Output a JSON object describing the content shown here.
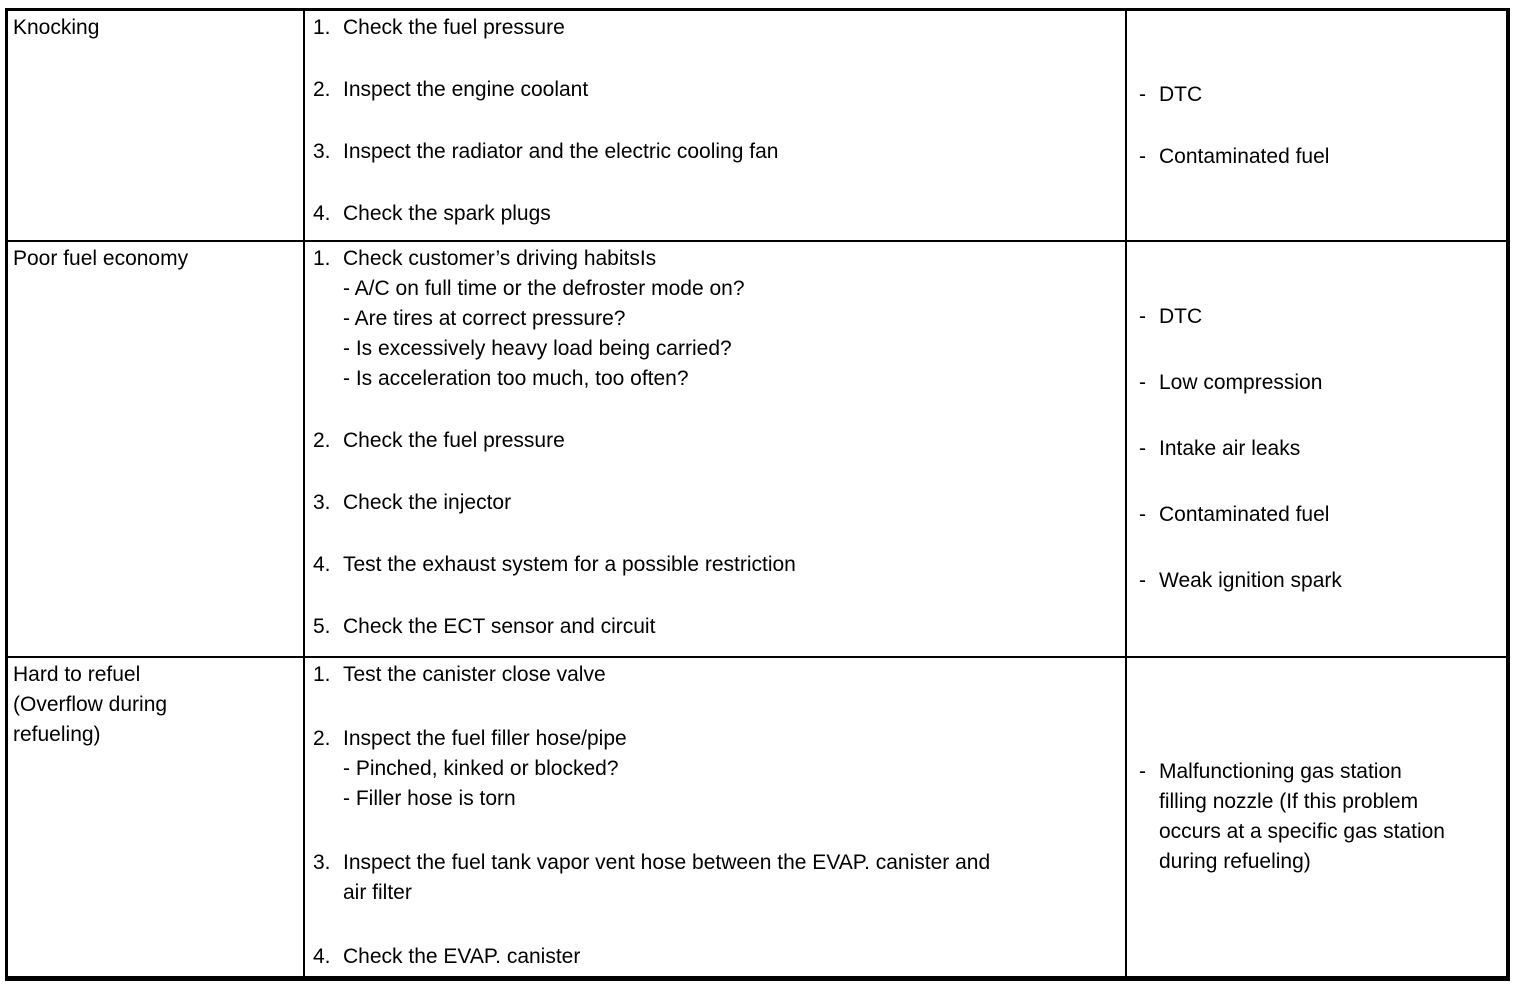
{
  "glyphs": {
    "dash": "-"
  },
  "colors": {
    "border": "#000000",
    "text": "#000000",
    "background": "#ffffff"
  },
  "table": {
    "rows": [
      {
        "symptom_lines": [
          "Knocking"
        ],
        "steps": [
          {
            "num": "1.",
            "lines": [
              "Check the fuel pressure"
            ]
          },
          {
            "num": "2.",
            "lines": [
              "Inspect the engine coolant"
            ]
          },
          {
            "num": "3.",
            "lines": [
              "Inspect the radiator and the electric cooling fan"
            ]
          },
          {
            "num": "4.",
            "lines": [
              "Check the spark plugs"
            ]
          }
        ],
        "causes": [
          {
            "lines": [
              "DTC"
            ]
          },
          {
            "lines": [
              "Contaminated fuel"
            ]
          }
        ]
      },
      {
        "symptom_lines": [
          "Poor fuel economy"
        ],
        "steps": [
          {
            "num": "1.",
            "lines": [
              "Check customer’s driving habitsIs"
            ],
            "subs": [
              "- A/C on full time or the defroster mode on?",
              "- Are tires at correct pressure?",
              "- Is excessively heavy load being carried?",
              "- Is acceleration too much, too often?"
            ]
          },
          {
            "num": "2.",
            "lines": [
              "Check the fuel pressure"
            ]
          },
          {
            "num": "3.",
            "lines": [
              "Check the injector"
            ]
          },
          {
            "num": "4.",
            "lines": [
              "Test the exhaust system for a possible restriction"
            ]
          },
          {
            "num": "5.",
            "lines": [
              "Check the ECT sensor and circuit"
            ]
          }
        ],
        "causes": [
          {
            "lines": [
              "DTC"
            ]
          },
          {
            "lines": [
              "Low compression"
            ]
          },
          {
            "lines": [
              "Intake air leaks"
            ]
          },
          {
            "lines": [
              "Contaminated fuel"
            ]
          },
          {
            "lines": [
              "Weak ignition spark"
            ]
          }
        ]
      },
      {
        "symptom_lines": [
          "Hard to refuel",
          "(Overflow during",
          "refueling)"
        ],
        "steps": [
          {
            "num": "1.",
            "lines": [
              "Test the canister close valve"
            ]
          },
          {
            "num": "2.",
            "lines": [
              "Inspect the fuel filler hose/pipe"
            ],
            "subs": [
              "- Pinched, kinked or blocked?",
              "- Filler hose is torn"
            ]
          },
          {
            "num": "3.",
            "lines": [
              "Inspect the fuel tank vapor vent hose between the EVAP. canister and",
              "air filter"
            ]
          },
          {
            "num": "4.",
            "lines": [
              "Check the EVAP. canister"
            ]
          }
        ],
        "causes": [
          {
            "lines": [
              "Malfunctioning gas station",
              "filling nozzle (If this problem",
              "occurs at a specific gas station",
              "during refueling)"
            ]
          }
        ]
      }
    ]
  }
}
